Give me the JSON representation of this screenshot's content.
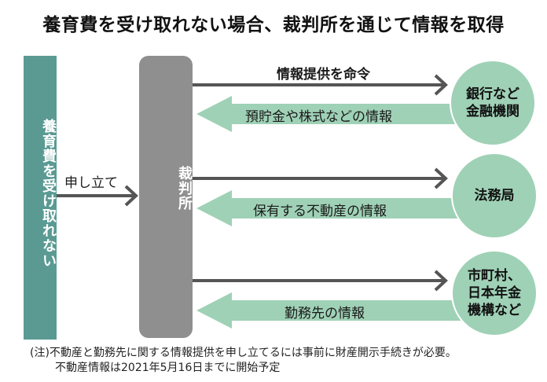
{
  "title": "養育費を受け取れない場合、裁判所を通じて情報を取得",
  "left_box": {
    "label": "養育費を受け取れない",
    "color": "#5a9a93"
  },
  "petition_label": "申し立て",
  "court": {
    "label": "裁判所",
    "color": "#8f8f8f"
  },
  "rows": [
    {
      "request_label": "情報提供を命令",
      "return_label": "預貯金や株式などの情報",
      "target": [
        "銀行など",
        "金融機関"
      ]
    },
    {
      "request_label": "",
      "return_label": "保有する不動産の情報",
      "target": [
        "法務局"
      ]
    },
    {
      "request_label": "",
      "return_label": "勤務先の情報",
      "target": [
        "市町村、",
        "日本年金",
        "機構など"
      ]
    }
  ],
  "colors": {
    "return_arrow": "#9fd1b6",
    "request_arrow": "#555555",
    "circle": "#9fd1b6"
  },
  "note": {
    "line1": "(注)不動産と勤務先に関する情報提供を申し立てるには事前に財産開示手続きが必要。",
    "line2": "不動産情報は2021年5月16日までに開始予定"
  }
}
